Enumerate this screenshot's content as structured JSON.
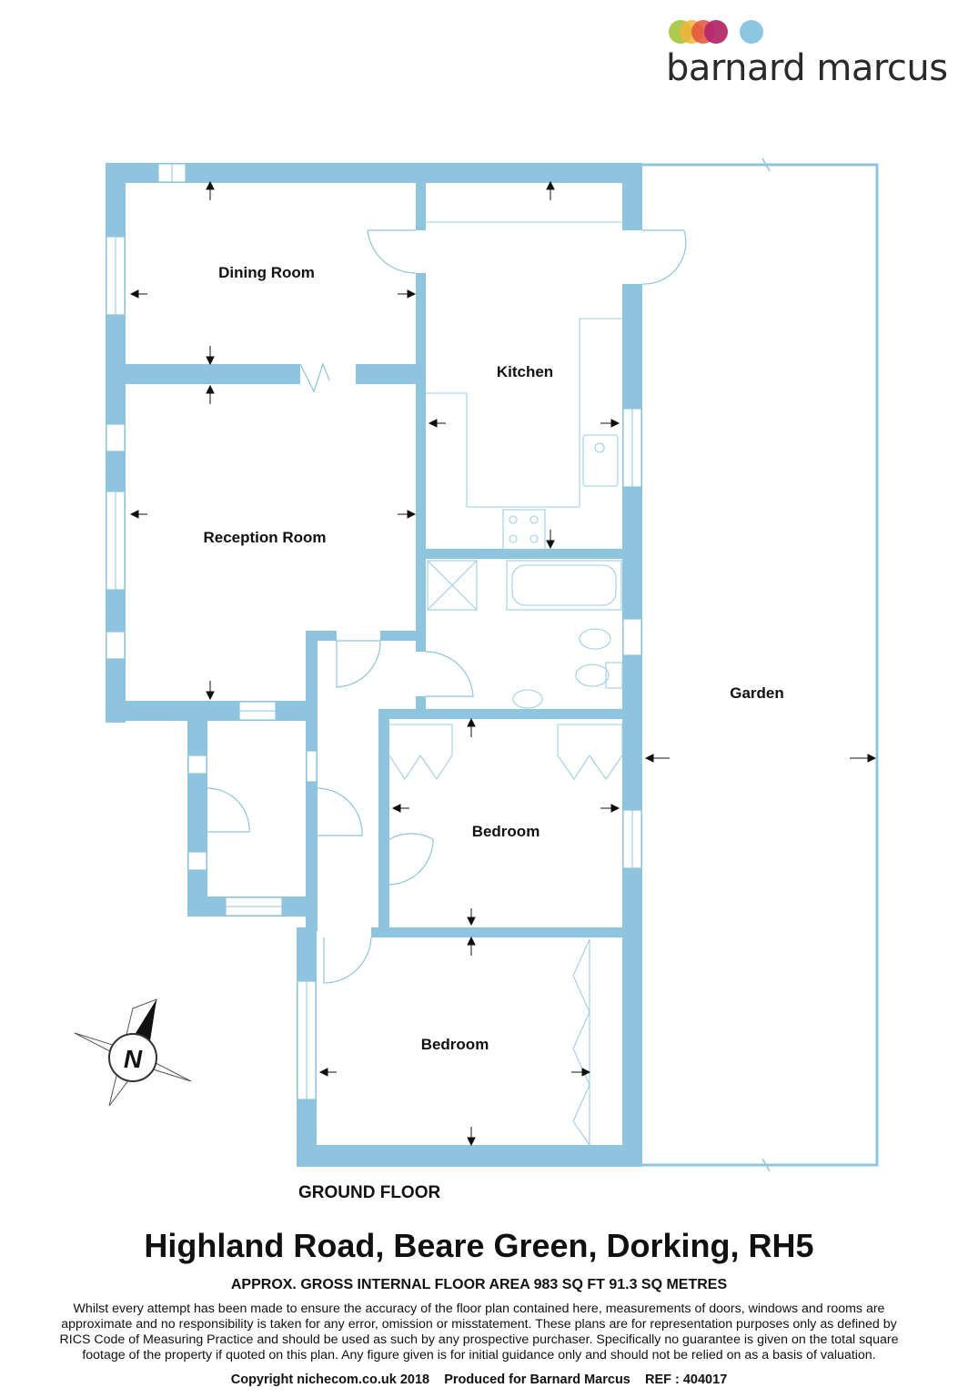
{
  "brand": {
    "name": "barnard marcus",
    "dot_colors": [
      "#a2c43b",
      "#f0b43a",
      "#e2513c",
      "#b32a6a",
      "#8cc6e0"
    ]
  },
  "colors": {
    "wall": "#8ec4dd",
    "fixture": "#9ccde2",
    "text": "#111111"
  },
  "rooms": {
    "dining": "Dining Room",
    "kitchen": "Kitchen",
    "reception": "Reception Room",
    "garden": "Garden",
    "bedroom_1": "Bedroom",
    "bedroom_2": "Bedroom"
  },
  "compass": {
    "letter": "N"
  },
  "floor_label": "GROUND FLOOR",
  "footer": {
    "address": "Highland Road, Beare Green, Dorking, RH5",
    "area": "APPROX. GROSS INTERNAL FLOOR AREA 983 SQ FT 91.3 SQ METRES",
    "disclaimer_lines": [
      "Whilst every attempt has been made to ensure the accuracy of the floor plan contained here, measurements of doors, windows and rooms are",
      "approximate and no responsibility is taken for any error, omission or misstatement. These plans are for representation purposes only as defined by",
      "RICS Code of Measuring Practice and should be used as such by any prospective purchaser.  Specifically no guarantee is given on the total square",
      "footage of the property if quoted on this plan. Any figure given is for initial guidance only and should not be relied on as a basis of valuation."
    ],
    "copyright": "Copyright nichecom.co.uk 2018    Produced for Barnard Marcus    REF : 404017"
  }
}
